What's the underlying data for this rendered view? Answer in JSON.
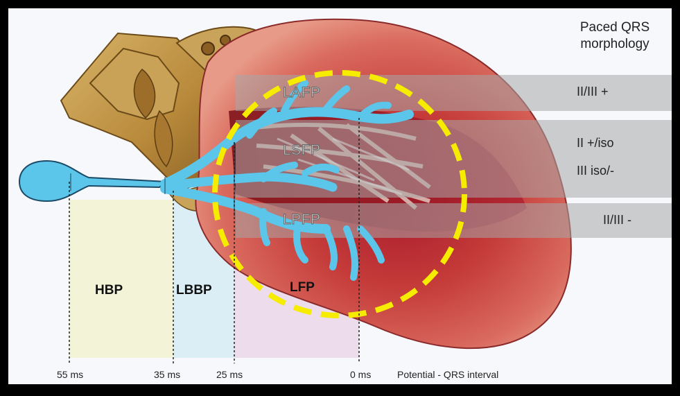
{
  "panel": {
    "title_line1": "Paced QRS",
    "title_line2": "morphology"
  },
  "fascicles": {
    "anterior": "LAFP",
    "septal": "LSFP",
    "posterior": "LPFP"
  },
  "morphologies": {
    "anterior": "II/III +",
    "septal_line1": "II +/iso",
    "septal_line2": "III iso/-",
    "posterior": "II/III -"
  },
  "zones": {
    "his": "HBP",
    "left_bundle": "LBBP",
    "fascicular": "LFP"
  },
  "timeline": {
    "t55": "55 ms",
    "t35": "35 ms",
    "t25": "25 ms",
    "t0": "0 ms",
    "axis_label": "Potential - QRS interval"
  },
  "colors": {
    "conduction_system": "#5bc5ea",
    "highlight_circle": "#f5ec00",
    "his_zone": "#f3f3d7",
    "left_bundle_zone": "#dbeef5",
    "fascicular_zone": "#ecdcec",
    "myocardium": "#c94a42"
  }
}
